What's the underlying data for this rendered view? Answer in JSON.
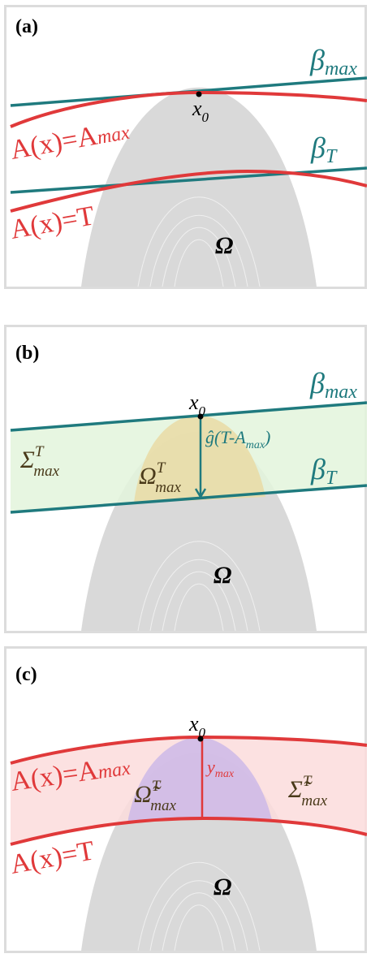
{
  "colors": {
    "teal": "#1f7a7e",
    "red": "#e0393a",
    "frame": "#dcdcdc",
    "omega_fill": "#d9d9d9",
    "sigma_fill": "#e3f4dc",
    "omega_max_fill": "#e9dba4",
    "sigma_tilde_fill": "#fbdcdc",
    "omega_tilde_fill": "#cdb8e8"
  },
  "panels": [
    {
      "tag": "(a)",
      "x0": "x",
      "x0_sub": "0",
      "omega": "Ω",
      "beta_max": {
        "base": "β",
        "sub": "max"
      },
      "beta_T": {
        "base": "β",
        "sub": "T"
      },
      "a_max_label": {
        "lhs": "A(x)=A",
        "sub": "max"
      },
      "a_T_label": "A(x)=T"
    },
    {
      "tag": "(b)",
      "x0": "x",
      "x0_sub": "0",
      "omega": "Ω",
      "beta_max": {
        "base": "β",
        "sub": "max"
      },
      "beta_T": {
        "base": "β",
        "sub": "T"
      },
      "sigma": {
        "base": "Σ",
        "sup": "T",
        "sub": "max"
      },
      "omega_max": {
        "base": "Ω",
        "sup": "T",
        "sub": "max"
      },
      "g_label": {
        "main": "ĝ(T-A",
        "sub": "max",
        "end": ")"
      }
    },
    {
      "tag": "(c)",
      "x0": "x",
      "x0_sub": "0",
      "omega": "Ω",
      "a_max_label": {
        "lhs": "A(x)=A",
        "sub": "max"
      },
      "a_T_label": "A(x)=T",
      "sigma_tilde": {
        "base": "Σ̃",
        "sup": "T",
        "sub": "max"
      },
      "omega_tilde": {
        "base": "Ω̃",
        "sup": "T",
        "sub": "max"
      },
      "y_label": {
        "base": "y",
        "sub": "max"
      }
    }
  ]
}
